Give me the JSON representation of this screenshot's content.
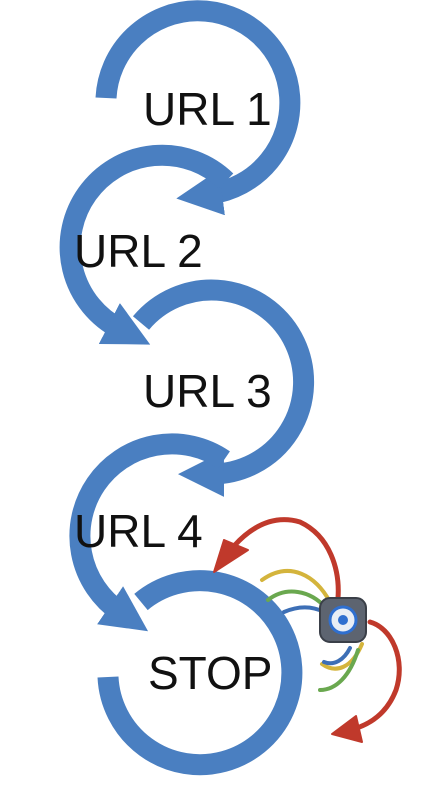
{
  "nodes": [
    {
      "id": "url1",
      "label": "URL 1"
    },
    {
      "id": "url2",
      "label": "URL 2"
    },
    {
      "id": "url3",
      "label": "URL 3"
    },
    {
      "id": "url4",
      "label": "URL 4"
    },
    {
      "id": "stop",
      "label": "STOP"
    }
  ],
  "colors": {
    "loop_arrow": "#4a7fc1",
    "label_text": "#111111",
    "robot_red": "#c0392b",
    "robot_yellow": "#d4b43c",
    "robot_green": "#6aa84f",
    "robot_blue": "#3d6fb6"
  },
  "icons": {
    "robot": "redirect-robot-icon"
  }
}
